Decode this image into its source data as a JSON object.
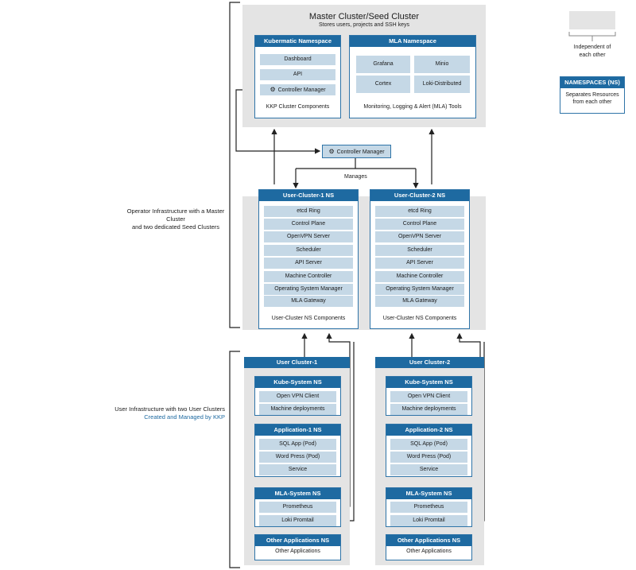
{
  "master": {
    "title": "Master Cluster/Seed Cluster",
    "subtitle": "Stores users, projects and SSH keys",
    "kubermatic": {
      "header": "Kubermatic Namespace",
      "items": [
        "Dashboard",
        "API",
        "Controller Manager"
      ],
      "caption": "KKP Cluster Components"
    },
    "mla": {
      "header": "MLA Namespace",
      "items": [
        "Grafana",
        "Minio",
        "Cortex",
        "Loki-Distributed"
      ],
      "caption": "Monitoring, Logging & Alert (MLA) Tools"
    }
  },
  "controller_manager": {
    "label": "Controller Manager",
    "manages_label": "Manages"
  },
  "user_cluster_ns": [
    {
      "header": "User-Cluster-1 NS",
      "items": [
        "etcd Ring",
        "Control Plane",
        "OpenVPN Server",
        "Scheduler",
        "API Server",
        "Machine Controller",
        "Operating System Manager",
        "MLA Gateway"
      ],
      "caption": "User-Cluster NS Components"
    },
    {
      "header": "User-Cluster-2 NS",
      "items": [
        "etcd Ring",
        "Control Plane",
        "OpenVPN Server",
        "Scheduler",
        "API Server",
        "Machine Controller",
        "Operating System Manager",
        "MLA Gateway"
      ],
      "caption": "User-Cluster NS Components"
    }
  ],
  "left_labels": {
    "operator_line1": "Operator Infrastructure with a Master Cluster",
    "operator_line2": "and two dedicated Seed Clusters",
    "user_line1": "User Infrastructure with two User Clusters",
    "user_line2": "Created and Managed by KKP"
  },
  "user_clusters": [
    {
      "header": "User Cluster-1",
      "kube_system": {
        "header": "Kube-System NS",
        "items": [
          "Open VPN Client",
          "Machine deployments"
        ]
      },
      "application": {
        "header": "Application-1 NS",
        "items": [
          "SQL App (Pod)",
          "Word Press (Pod)",
          "Service"
        ]
      },
      "mla_system": {
        "header": "MLA-System NS",
        "items": [
          "Prometheus",
          "Loki Promtail"
        ]
      },
      "other": {
        "header": "Other Applications NS",
        "items": [
          "Other Applications"
        ]
      }
    },
    {
      "header": "User Cluster-2",
      "kube_system": {
        "header": "Kube-System NS",
        "items": [
          "Open VPN Client",
          "Machine deployments"
        ]
      },
      "application": {
        "header": "Application-2 NS",
        "items": [
          "SQL App (Pod)",
          "Word Press (Pod)",
          "Service"
        ]
      },
      "mla_system": {
        "header": "MLA-System NS",
        "items": [
          "Prometheus",
          "Loki Promtail"
        ]
      },
      "other": {
        "header": "Other Applications NS",
        "items": [
          "Other Applications"
        ]
      }
    }
  ],
  "legend": {
    "gray_label": "Independent of each other",
    "ns_header": "NAMESPACES (NS)",
    "ns_desc": "Separates Resources from each other"
  },
  "colors": {
    "header_blue": "#1e6aa1",
    "item_blue": "#c5d8e6",
    "cluster_gray": "#e4e4e4",
    "link_blue": "#1e6aa1"
  }
}
